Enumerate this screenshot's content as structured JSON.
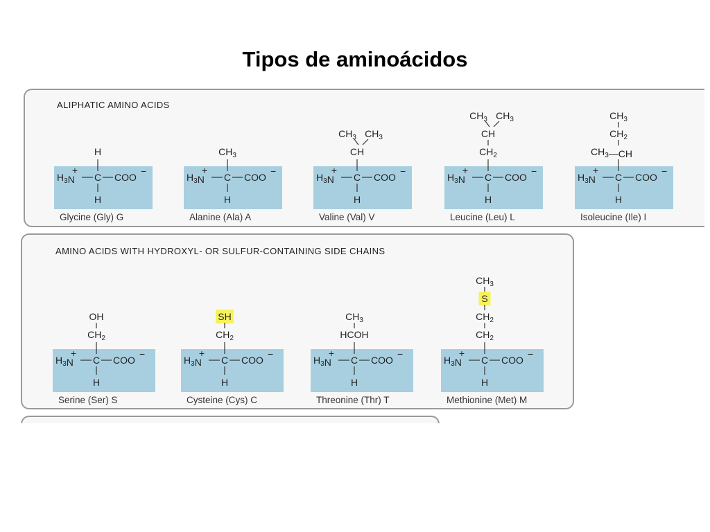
{
  "title": "Tipos de aminoácidos",
  "colors": {
    "box_fill": "#a8cfe0",
    "highlight": "#f7f25a",
    "panel_border": "#9a9a9a"
  },
  "backbone": {
    "amine": "H3N",
    "amine_charge": "+",
    "alpha_carbon": "C",
    "carboxylate": "COO",
    "carboxylate_charge": "−",
    "bottom_h": "H"
  },
  "panels": [
    {
      "heading": "ALIPHATIC AMINO ACIDS",
      "amino_acids": [
        {
          "name": "Glycine (Gly) G",
          "side_chain": [
            "H"
          ],
          "highlight": []
        },
        {
          "name": "Alanine (Ala) A",
          "side_chain": [
            "CH3"
          ],
          "highlight": []
        },
        {
          "name": "Valine (Val) V",
          "side_chain": [
            "CH3 CH3",
            "CH"
          ],
          "highlight": []
        },
        {
          "name": "Leucine (Leu) L",
          "side_chain": [
            "CH3 CH3",
            "CH",
            "CH2"
          ],
          "highlight": []
        },
        {
          "name": "Isoleucine (Ile) I",
          "side_chain": [
            "CH3",
            "CH2",
            "CH3—CH"
          ],
          "highlight": []
        }
      ]
    },
    {
      "heading": "AMINO ACIDS WITH HYDROXYL- OR SULFUR-CONTAINING SIDE CHAINS",
      "amino_acids": [
        {
          "name": "Serine (Ser) S",
          "side_chain": [
            "OH",
            "CH2"
          ],
          "highlight": []
        },
        {
          "name": "Cysteine (Cys) C",
          "side_chain": [
            "SH",
            "CH2"
          ],
          "highlight": [
            "SH"
          ]
        },
        {
          "name": "Threonine (Thr) T",
          "side_chain": [
            "CH3",
            "HCOH"
          ],
          "highlight": []
        },
        {
          "name": "Methionine (Met) M",
          "side_chain": [
            "CH3",
            "S",
            "CH2",
            "CH2"
          ],
          "highlight": [
            "S"
          ]
        }
      ]
    }
  ]
}
